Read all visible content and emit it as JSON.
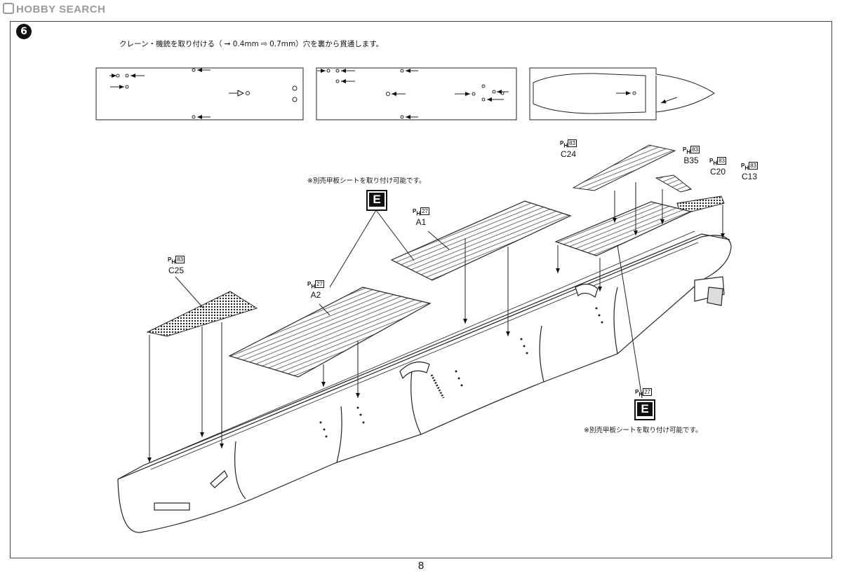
{
  "watermark": {
    "text": "HOBBY SEARCH"
  },
  "step": {
    "number": "6"
  },
  "instruction": {
    "prefix": "クレーン・機銃を取り付ける（",
    "size_solid": "0.4mm",
    "size_hollow": "0.7mm",
    "suffix": "）穴を裏から貫通します。",
    "arrow_solid_icon": "solid-arrow-icon",
    "arrow_hollow_icon": "hollow-arrow-icon"
  },
  "notes": {
    "optional_deck_sheet": "※別売甲板シートを取り付け可能です。"
  },
  "e_mark": {
    "letter": "E"
  },
  "parts": [
    {
      "ph": "P",
      "sub": "H",
      "num": "83",
      "label": "C24"
    },
    {
      "ph": "P",
      "sub": "H",
      "num": "83",
      "label": "B35"
    },
    {
      "ph": "P",
      "sub": "H",
      "num": "83",
      "label": "C20"
    },
    {
      "ph": "P",
      "sub": "H",
      "num": "83",
      "label": "C13"
    },
    {
      "ph": "P",
      "sub": "H",
      "num": "27",
      "label": "A1"
    },
    {
      "ph": "P",
      "sub": "H",
      "num": "83",
      "label": "C25"
    },
    {
      "ph": "P",
      "sub": "H",
      "num": "27",
      "label": "A2"
    },
    {
      "ph": "P",
      "sub": "H",
      "num": "27",
      "label": ""
    }
  ],
  "page": {
    "number": "8"
  }
}
